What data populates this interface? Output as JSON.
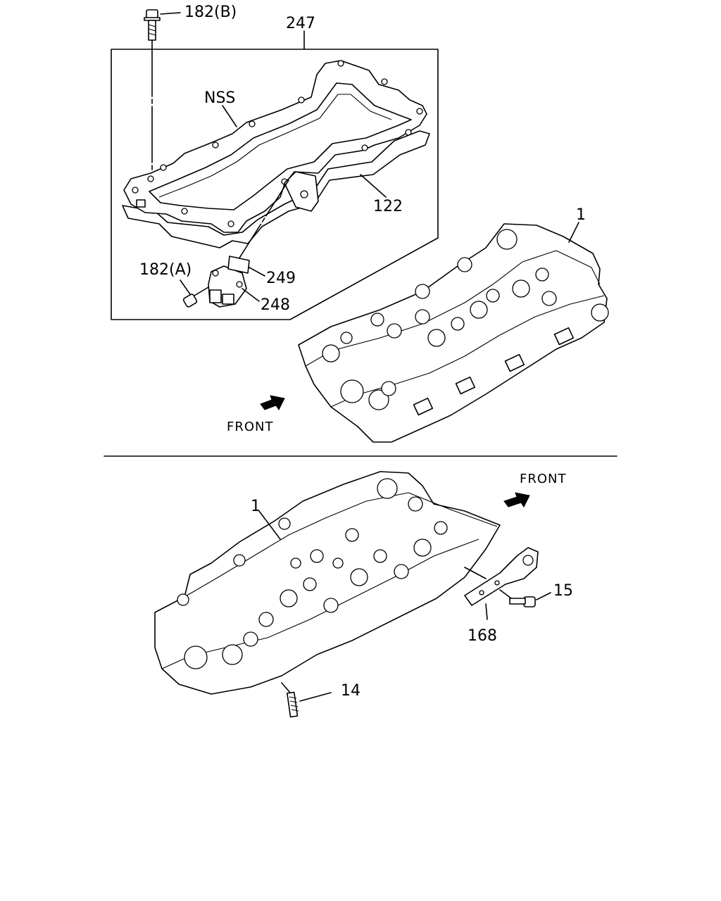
{
  "callouts": {
    "bolt_182b": "182(B)",
    "kit_247": "247",
    "nss": "NSS",
    "gasket_122": "122",
    "bolt_182a": "182(A)",
    "part_249": "249",
    "part_248": "248",
    "head_top": "1",
    "head_bottom": "1",
    "part_15": "15",
    "part_168": "168",
    "part_14": "14"
  },
  "direction": {
    "front_top": "FRONT",
    "front_bottom": "FRONT"
  }
}
